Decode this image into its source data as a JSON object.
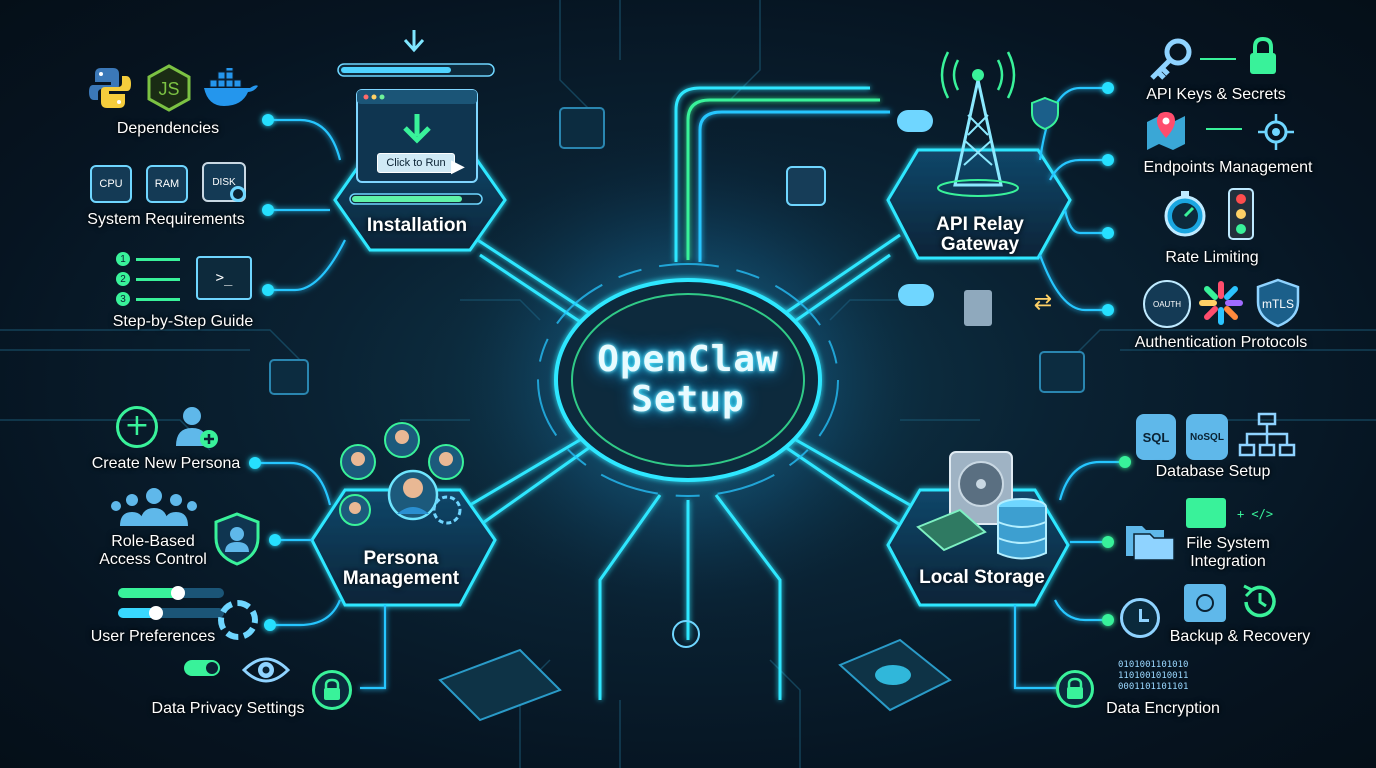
{
  "title": {
    "line1": "OpenClaw",
    "line2": "Setup"
  },
  "hubs": {
    "installation": {
      "label": "Installation",
      "window_button": "Click to Run"
    },
    "api_gateway": {
      "line1": "API Relay",
      "line2": "Gateway"
    },
    "persona": {
      "line1": "Persona",
      "line2": "Management"
    },
    "storage": {
      "label": "Local Storage"
    }
  },
  "installation_items": [
    {
      "label": "Dependencies",
      "icons": [
        "python-logo",
        "nodejs-logo",
        "docker-logo"
      ]
    },
    {
      "label": "System Requirements",
      "chips": [
        "CPU",
        "RAM",
        "DISK"
      ]
    },
    {
      "label": "Step-by-Step Guide",
      "steps": [
        "1",
        "2",
        "3"
      ],
      "prompt": ">_"
    }
  ],
  "api_items": [
    {
      "label": "API Keys & Secrets"
    },
    {
      "label": "Endpoints Management"
    },
    {
      "label": "Rate Limiting"
    },
    {
      "label": "Authentication Protocols",
      "badges": [
        "OAUTH",
        "mTLS"
      ]
    }
  ],
  "persona_items": [
    {
      "label": "Create New Persona"
    },
    {
      "line1": "Role-Based",
      "line2": "Access Control"
    },
    {
      "label": "User Preferences"
    },
    {
      "label": "Data Privacy Settings"
    }
  ],
  "storage_items": [
    {
      "label": "Database Setup",
      "badges": [
        "SQL",
        "NoSQL"
      ]
    },
    {
      "line1": "File System",
      "line2": "Integration",
      "code": "+ </>"
    },
    {
      "label": "Backup & Recovery"
    },
    {
      "label": "Data Encryption",
      "binary": [
        "0101001101010",
        "1101001010011",
        "0001101101101"
      ]
    }
  ],
  "colors": {
    "accent": "#27e0ff",
    "green": "#39f29a",
    "hub_fill": "#0b2f46",
    "background": "#071521"
  }
}
